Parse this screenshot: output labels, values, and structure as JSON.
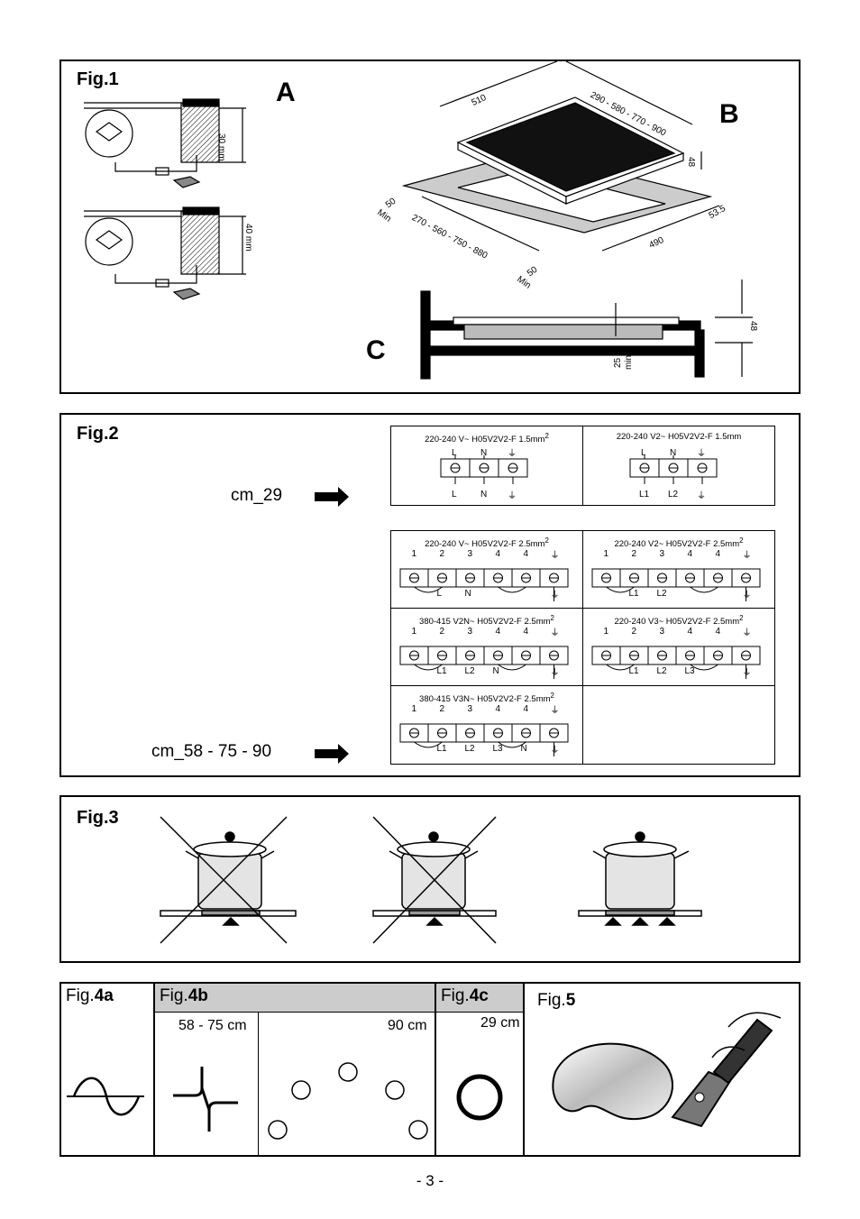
{
  "fig1": {
    "label": "Fig.1",
    "section_a": "A",
    "section_b": "B",
    "section_c": "C",
    "dim_30mm": "30 mm",
    "dim_40mm": "40 mm",
    "dim_510": "510",
    "dim_widths": "290 - 580 - 770 - 900",
    "dim_48_b": "48",
    "dim_50_left": "50",
    "dim_min_left": "Min",
    "dim_cutout": "270 - 560 - 750 - 880",
    "dim_50_bottom": "50",
    "dim_min_bottom": "Min",
    "dim_490": "490",
    "dim_53_5": "53.5",
    "dim_48_c": "48",
    "dim_25": "25",
    "dim_min_c": "min."
  },
  "fig2": {
    "label": "Fig.2",
    "cm29": "cm_29",
    "cm58": "cm_58 - 75 - 90",
    "box1": {
      "title_left": "220-240 V~ H05V2V2-F 1.5mm",
      "title_left_sup": "2",
      "title_right": "220-240 V2~ H05V2V2-F 1.5mm",
      "left_top": [
        "L",
        "N"
      ],
      "left_bottom": [
        "L",
        "N"
      ],
      "right_top": [
        "L",
        "N"
      ],
      "right_bottom": [
        "L1",
        "L2"
      ]
    },
    "box2": {
      "cells": [
        {
          "title": "220-240 V~ H05V2V2-F 2.5mm",
          "sup": "2",
          "bottom": [
            "L",
            "N"
          ]
        },
        {
          "title": "220-240 V2~ H05V2V2-F 2.5mm",
          "sup": "2",
          "bottom": [
            "L1",
            "L2"
          ]
        },
        {
          "title": "380-415 V2N~ H05V2V2-F 2.5mm",
          "sup": "2",
          "bottom": [
            "L1",
            "L2",
            "N"
          ]
        },
        {
          "title": "220-240 V3~ H05V2V2-F 2.5mm",
          "sup": "2",
          "bottom": [
            "L1",
            "L2",
            "L3"
          ]
        },
        {
          "title": "380-415 V3N~ H05V2V2-F 2.5mm",
          "sup": "2",
          "bottom": [
            "L1",
            "L2",
            "L3",
            "N"
          ]
        }
      ],
      "terminal_numbers": [
        "1",
        "2",
        "3",
        "4",
        "4"
      ]
    }
  },
  "fig3": {
    "label": "Fig.3"
  },
  "fig4": {
    "a_label_pre": "Fig.",
    "a_label_bold": "4a",
    "b_label_pre": "Fig.",
    "b_label_bold": "4b",
    "c_label_pre": "Fig.",
    "c_label_bold": "4c",
    "fig5_label_pre": "Fig.",
    "fig5_label_bold": "5",
    "b_sub1": "58 - 75 cm",
    "b_sub2": "90 cm",
    "c_sub": "29 cm"
  },
  "page_number": "- 3 -"
}
